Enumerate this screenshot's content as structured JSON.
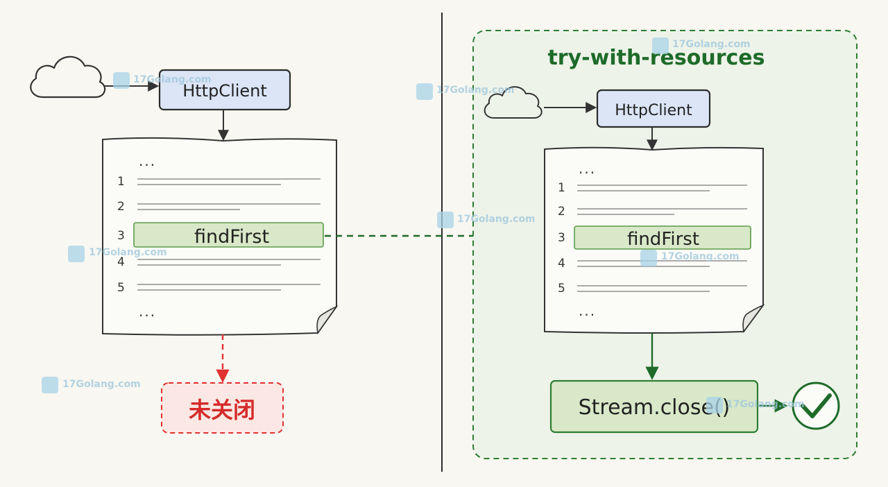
{
  "left": {
    "client_label": "HttpClient",
    "dots_top": "...",
    "dots_bottom": "...",
    "line_numbers": [
      "1",
      "2",
      "3",
      "4",
      "5"
    ],
    "highlight_label": "findFirst",
    "unclosed_label": "未关闭"
  },
  "right": {
    "title": "try-with-resources",
    "client_label": "HttpClient",
    "dots_top": "...",
    "dots_bottom": "...",
    "line_numbers": [
      "1",
      "2",
      "3",
      "4",
      "5"
    ],
    "highlight_label": "findFirst",
    "close_label": "Stream.close()"
  },
  "watermark": {
    "text": "17Golang.com"
  },
  "colors": {
    "background": "#f8f7f1",
    "client_fill": "#dbe5f5",
    "highlight_fill": "#d8e8c8",
    "green": "#1e6b2a",
    "red": "#e03030",
    "red_fill": "#fbe8e4"
  }
}
